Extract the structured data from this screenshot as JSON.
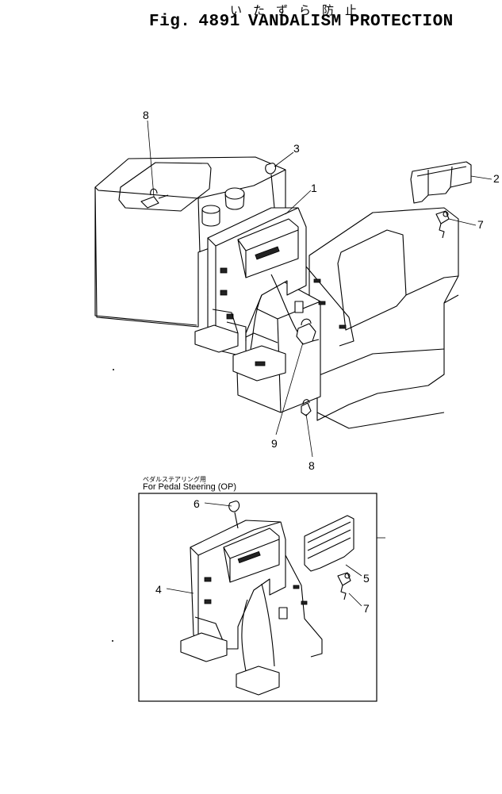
{
  "header": {
    "japanese_title": "いたずら防止",
    "fig_label": "Fig.",
    "fig_number": "4891",
    "title_word1": "VANDALISM",
    "title_word2": "PROTECTION"
  },
  "main_view": {
    "callouts": [
      "8",
      "3",
      "1",
      "2",
      "7",
      "9",
      "8"
    ]
  },
  "inset": {
    "caption_japanese": "ペダルステアリング用",
    "caption": "For Pedal Steering (OP)",
    "callouts": [
      "6",
      "4",
      "5",
      "7"
    ]
  }
}
